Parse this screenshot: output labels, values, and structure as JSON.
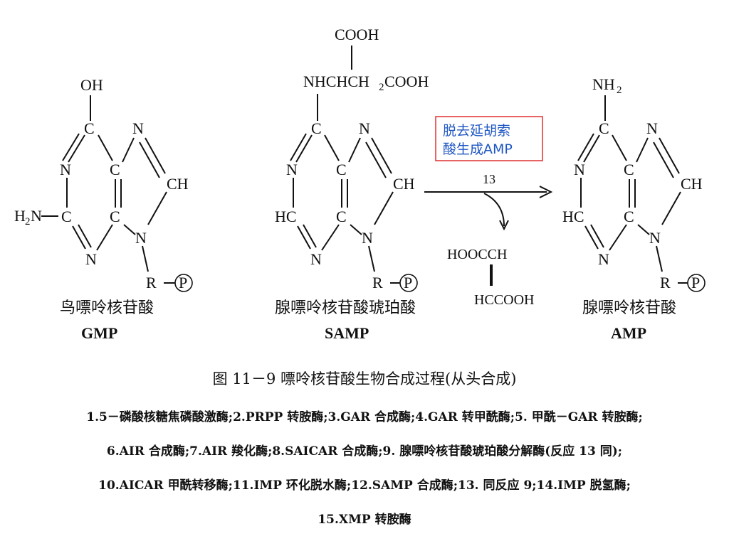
{
  "molecules": {
    "gmp": {
      "atoms": {
        "oh": "OH",
        "c6": "C",
        "n7": "N",
        "n1": "N",
        "c5": "C",
        "ch8": "CH",
        "h2n": "H",
        "h2n_sub": "2",
        "h2n_rest": "N",
        "c2": "C",
        "c4": "C",
        "n9": "N",
        "n3": "N",
        "r": "R",
        "p": "P"
      },
      "name_cn": "鸟嘌呤核苷酸",
      "abbr": "GMP"
    },
    "samp": {
      "atoms": {
        "cooh_top": "COOH",
        "side_chain_a": "NHCHCH",
        "side_chain_sub": "2",
        "side_chain_b": "COOH",
        "c6": "C",
        "n7": "N",
        "n1": "N",
        "c5": "C",
        "ch8": "CH",
        "hc2": "HC",
        "c4": "C",
        "n9": "N",
        "n3": "N",
        "r": "R",
        "p": "P"
      },
      "name_cn": "腺嘌呤核苷酸琥珀酸",
      "abbr": "SAMP"
    },
    "amp": {
      "atoms": {
        "nh2": "NH",
        "nh2_sub": "2",
        "c6": "C",
        "n7": "N",
        "n1": "N",
        "c5": "C",
        "ch8": "CH",
        "hc2": "HC",
        "c4": "C",
        "n9": "N",
        "n3": "N",
        "r": "R",
        "p": "P"
      },
      "name_cn": "腺嘌呤核苷酸",
      "abbr": "AMP"
    }
  },
  "reaction": {
    "note_line1": "脱去延胡索",
    "note_line2": "酸生成AMP",
    "step_number": "13",
    "byproduct_line1": "HOOCCH",
    "byproduct_line2": "HCCOOH",
    "note_border_color": "#e03030",
    "note_text_color": "#1f57c3"
  },
  "caption": {
    "title": "图 11－9   嘌呤核苷酸生物合成过程(从头合成)",
    "lines": [
      "1.5－磷酸核糖焦磷酸激酶;2.PRPP 转胺酶;3.GAR 合成酶;4.GAR 转甲酰酶;5. 甲酰－GAR 转胺酶;",
      "6.AIR 合成酶;7.AIR 羧化酶;8.SAICAR 合成酶;9. 腺嘌呤核苷酸琥珀酸分解酶(反应 13 同);",
      "10.AICAR 甲酰转移酶;11.IMP 环化脱水酶;12.SAMP 合成酶;13. 同反应 9;14.IMP 脱氢酶;",
      "15.XMP 转胺酶"
    ]
  }
}
